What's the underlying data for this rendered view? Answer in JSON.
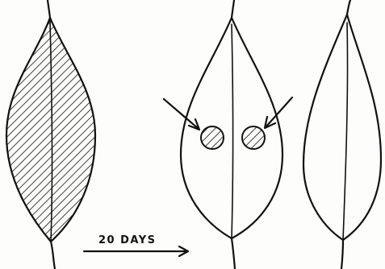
{
  "figure": {
    "transition_label": "20 DAYS",
    "leaves": [
      {
        "name": "leaf-before",
        "state": "fully-shaded"
      },
      {
        "name": "leaf-treated",
        "state": "two-spots"
      },
      {
        "name": "leaf-control",
        "state": "unshaded"
      }
    ],
    "icons": [
      "arrow-right-icon",
      "pointer-arrow-icon"
    ],
    "colors": {
      "ink": "#111111",
      "paper": "#fdfdfb"
    }
  }
}
